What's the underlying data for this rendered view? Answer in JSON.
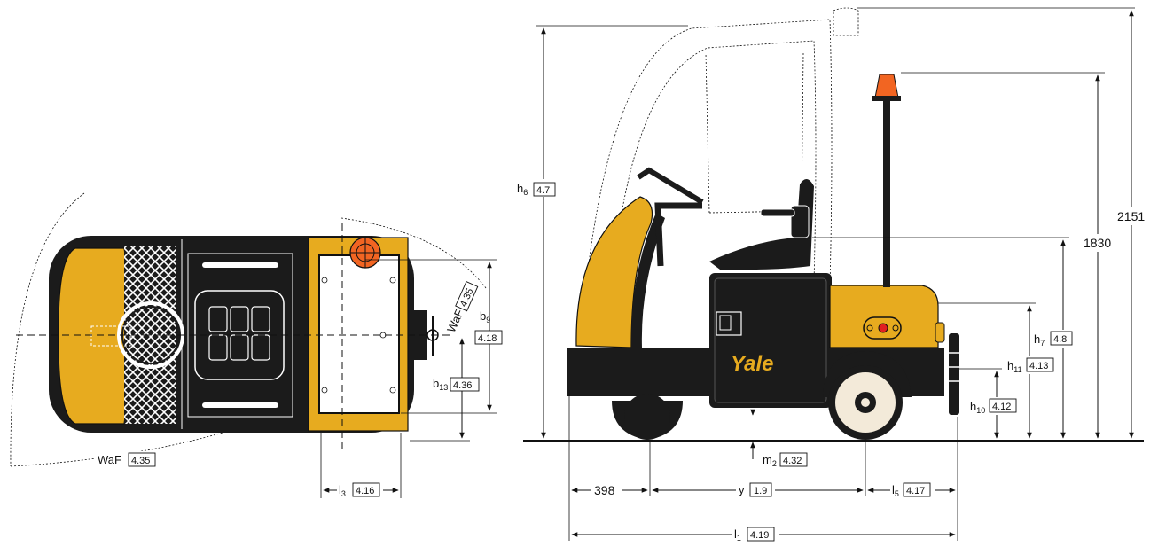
{
  "colors": {
    "body": "#1b1b1b",
    "accent": "#e7ab1f",
    "beacon": "#f26522",
    "line": "#111111"
  },
  "top_view": {
    "waf_bottom": {
      "label": "WaF",
      "ref": "4.35"
    },
    "waf_rotated": {
      "label": "WaF",
      "ref": "4.35"
    },
    "b9": {
      "label": "b",
      "sub": "9",
      "ref": "4.18"
    },
    "b13": {
      "label": "b",
      "sub": "13",
      "ref": "4.36"
    },
    "l3": {
      "label": "l",
      "sub": "3",
      "ref": "4.16"
    }
  },
  "side_view": {
    "brand": "Yale",
    "h6": {
      "label": "h",
      "sub": "6",
      "ref": "4.7"
    },
    "h7": {
      "label": "h",
      "sub": "7",
      "ref": "4.8"
    },
    "h10": {
      "label": "h",
      "sub": "10",
      "ref": "4.12"
    },
    "h11": {
      "label": "h",
      "sub": "11",
      "ref": "4.13"
    },
    "m2": {
      "label": "m",
      "sub": "2",
      "ref": "4.32"
    },
    "y": {
      "label": "y",
      "ref": "1.9"
    },
    "l5": {
      "label": "l",
      "sub": "5",
      "ref": "4.17"
    },
    "l1": {
      "label": "l",
      "sub": "1",
      "ref": "4.19"
    },
    "dim_398": "398",
    "dim_1830": "1830",
    "dim_2151": "2151"
  }
}
